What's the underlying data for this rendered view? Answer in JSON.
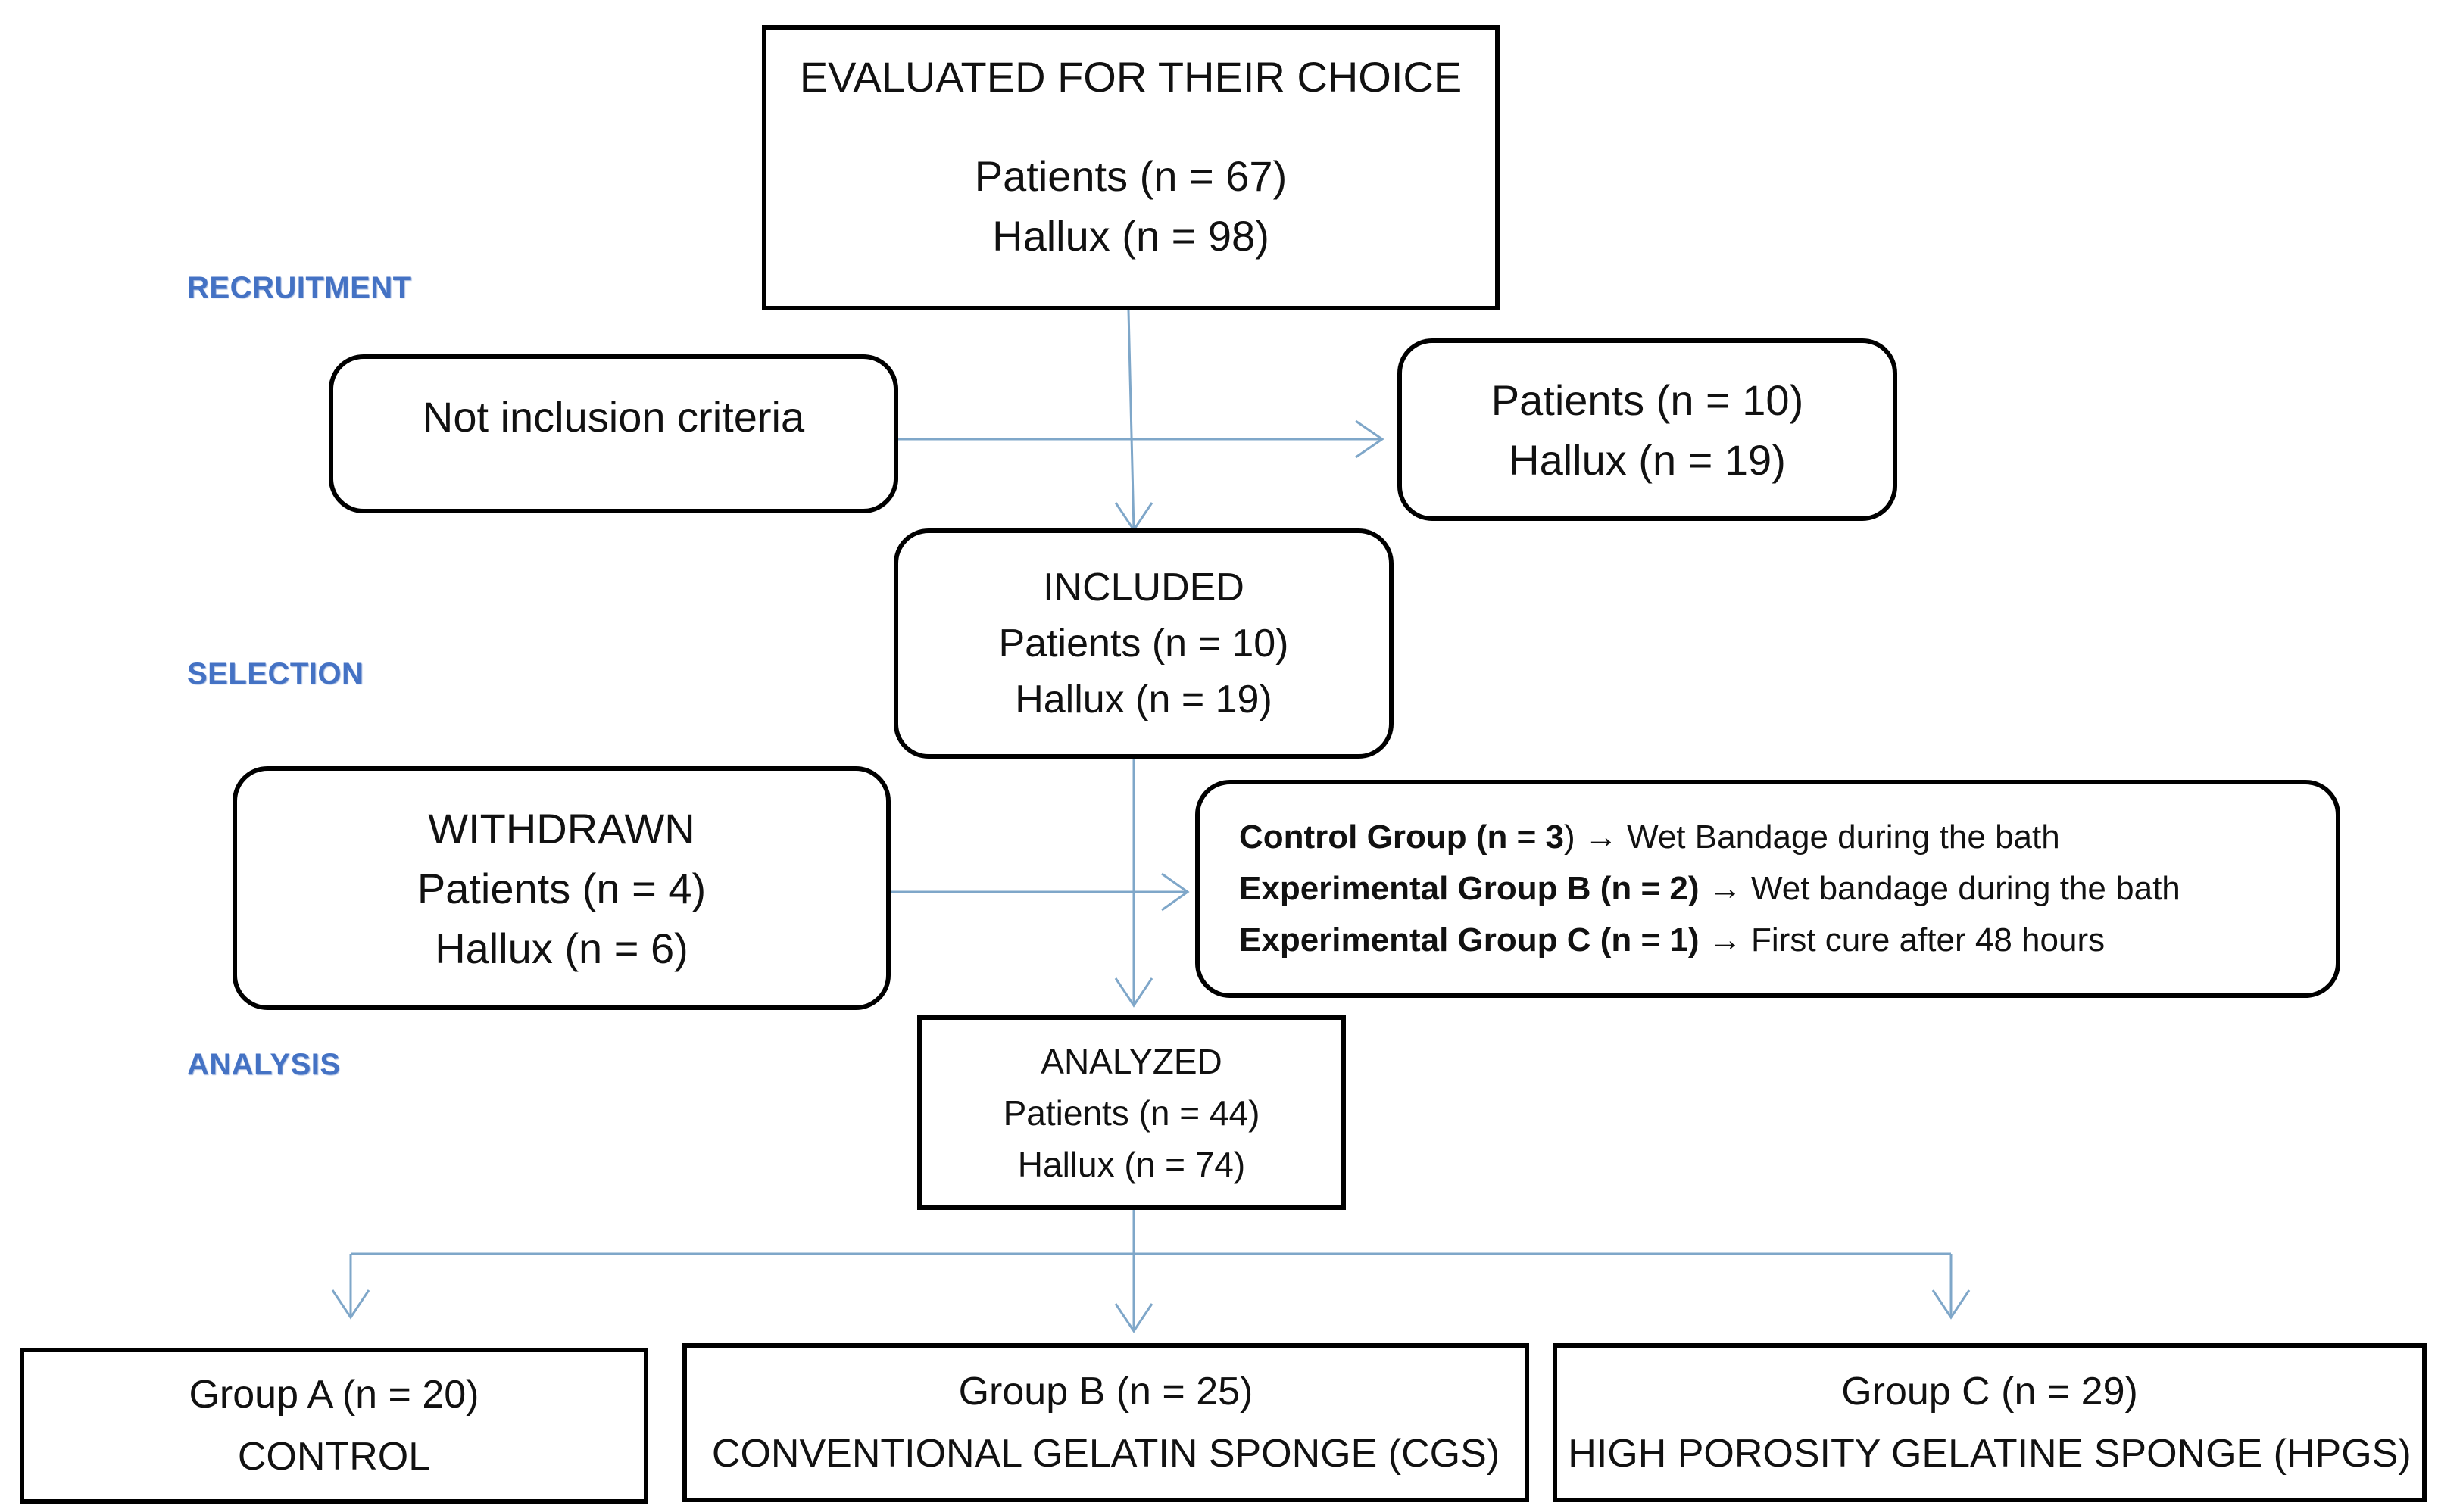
{
  "stages": {
    "recruitment": "RECRUITMENT",
    "selection": "SELECTION",
    "analysis": "ANALYSIS"
  },
  "evaluated": {
    "title": "EVALUATED FOR THEIR CHOICE",
    "patients": "Patients (n = 67)",
    "hallux": "Hallux (n = 98)"
  },
  "not_inclusion": {
    "label": "Not inclusion criteria"
  },
  "excluded_counts": {
    "patients": "Patients (n = 10)",
    "hallux": "Hallux (n = 19)"
  },
  "included": {
    "title": "INCLUDED",
    "patients": "Patients (n = 10)",
    "hallux": "Hallux (n = 19)"
  },
  "withdrawn": {
    "title": "WITHDRAWN",
    "patients": "Patients (n = 4)",
    "hallux": "Hallux (n = 6)"
  },
  "withdrawn_details": [
    {
      "group": "Control Group (n = 3",
      "close": ")",
      "reason": " Wet Bandage during the bath"
    },
    {
      "group": "Experimental Group B (n = 2)",
      "close": "",
      "reason": " Wet bandage during the bath"
    },
    {
      "group": "Experimental Group C (n = 1)",
      "close": "",
      "reason": " First cure after 48 hours"
    }
  ],
  "arrow_glyph": "→",
  "analyzed": {
    "title": "ANALYZED",
    "patients": "Patients (n = 44)",
    "hallux": "Hallux (n = 74)"
  },
  "groups": [
    {
      "count": "Group A (n = 20)",
      "name": "CONTROL"
    },
    {
      "count": "Group B (n = 25)",
      "name": "CONVENTIONAL GELATIN SPONGE (CGS)"
    },
    {
      "count": "Group C (n = 29)",
      "name": "HIGH POROSITY GELATINE SPONGE (HPGS)"
    }
  ],
  "colors": {
    "connector": "#7fa7c9",
    "stage_label": "#4472c4",
    "box_border": "#000000"
  }
}
